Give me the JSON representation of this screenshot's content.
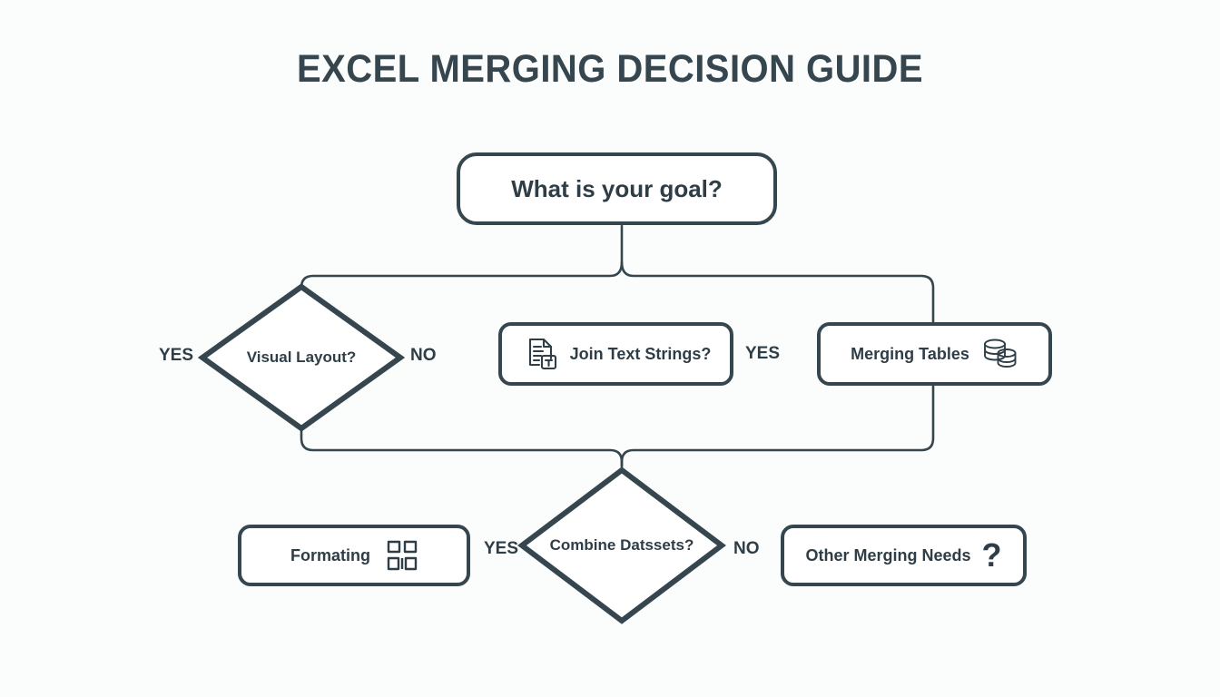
{
  "page": {
    "title": "EXCEL MERGING DECISION GUIDE",
    "background_color": "#fbfcfc",
    "ink_color": "#36464e"
  },
  "nodes": {
    "goal": {
      "label": "What is your goal?",
      "shape": "rounded-pill"
    },
    "visual_layout": {
      "label": "Visual Layout?",
      "shape": "diamond"
    },
    "join_text": {
      "label": "Join Text Strings?",
      "shape": "rounded-box",
      "icon": "text-document-icon"
    },
    "merging_tables": {
      "label": "Merging Tables",
      "shape": "rounded-box",
      "icon": "database-stack-icon"
    },
    "combine_datasets": {
      "label": "Combine Datssets?",
      "shape": "diamond"
    },
    "formating": {
      "label": "Formating",
      "shape": "rounded-box",
      "icon": "layout-grid-icon"
    },
    "other_merging": {
      "label": "Other Merging Needs",
      "shape": "rounded-box",
      "icon": "question-mark-icon"
    }
  },
  "edge_labels": {
    "visual_yes": "YES",
    "visual_no": "NO",
    "join_yes": "YES",
    "combine_yes": "YES",
    "combine_no": "NO"
  }
}
